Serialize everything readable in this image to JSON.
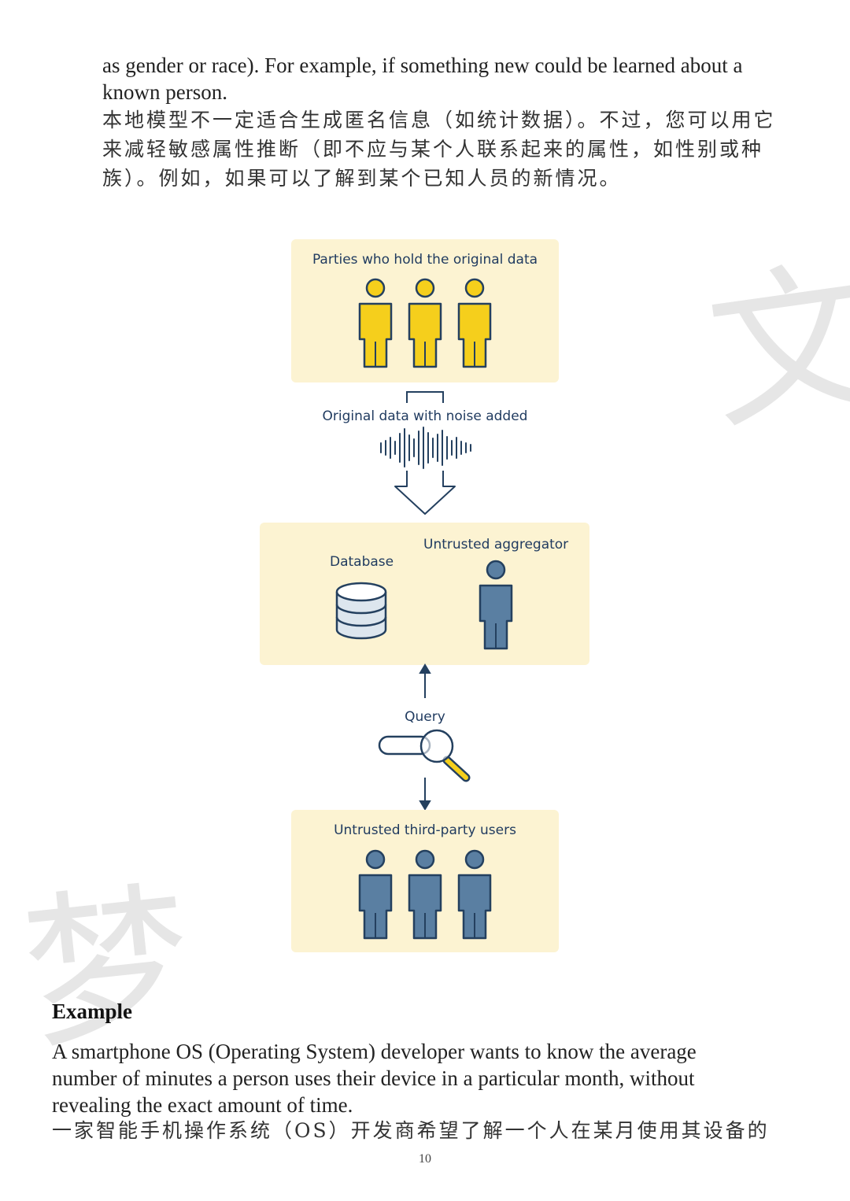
{
  "text": {
    "p1_en": "as gender or race). For example, if something new could be learned about a known person.",
    "p1_zh": "本地模型不一定适合生成匿名信息（如统计数据）。不过，您可以用它来减轻敏感属性推断（即不应与某个人联系起来的属性，如性别或种族）。例如，如果可以了解到某个已知人员的新情况。",
    "heading": "Example",
    "p2_en": "A smartphone OS (Operating System) developer wants to know the average number of minutes a person uses their device in a particular month, without revealing the exact amount of time.",
    "p2_zh": "一家智能手机操作系统（OS）开发商希望了解一个人在某月使用其设备的",
    "page_number": "10"
  },
  "diagram": {
    "top_panel_label": "Parties who hold the original data",
    "noise_label": "Original data with noise added",
    "database_label": "Database",
    "aggregator_label": "Untrusted aggregator",
    "query_label": "Query",
    "bottom_panel_label": "Untrusted third-party users"
  },
  "colors": {
    "panel_bg": "#fcf3d2",
    "yellow_person": "#f5cf1c",
    "blue_person": "#5a7fa2",
    "outline": "#24405f",
    "label_text": "#1f3a5f"
  },
  "watermarks": [
    "文",
    "梦"
  ]
}
